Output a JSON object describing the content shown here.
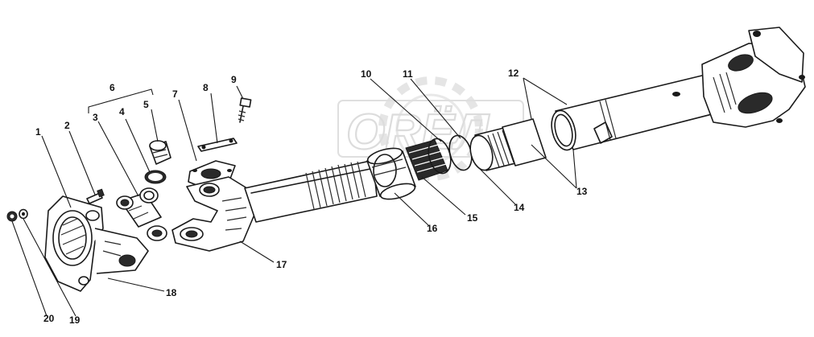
{
  "watermark": "ORЁЛ",
  "callouts": [
    {
      "id": "1",
      "text": "1"
    },
    {
      "id": "2",
      "text": "2"
    },
    {
      "id": "3",
      "text": "3"
    },
    {
      "id": "4",
      "text": "4"
    },
    {
      "id": "5",
      "text": "5"
    },
    {
      "id": "6",
      "text": "6"
    },
    {
      "id": "7",
      "text": "7"
    },
    {
      "id": "8",
      "text": "8"
    },
    {
      "id": "9",
      "text": "9"
    },
    {
      "id": "10",
      "text": "10"
    },
    {
      "id": "11",
      "text": "11"
    },
    {
      "id": "12",
      "text": "12"
    },
    {
      "id": "13",
      "text": "13"
    },
    {
      "id": "14",
      "text": "14"
    },
    {
      "id": "15",
      "text": "15"
    },
    {
      "id": "16",
      "text": "16"
    },
    {
      "id": "17",
      "text": "17"
    },
    {
      "id": "18",
      "text": "18"
    },
    {
      "id": "19",
      "text": "19"
    },
    {
      "id": "20",
      "text": "20"
    }
  ]
}
